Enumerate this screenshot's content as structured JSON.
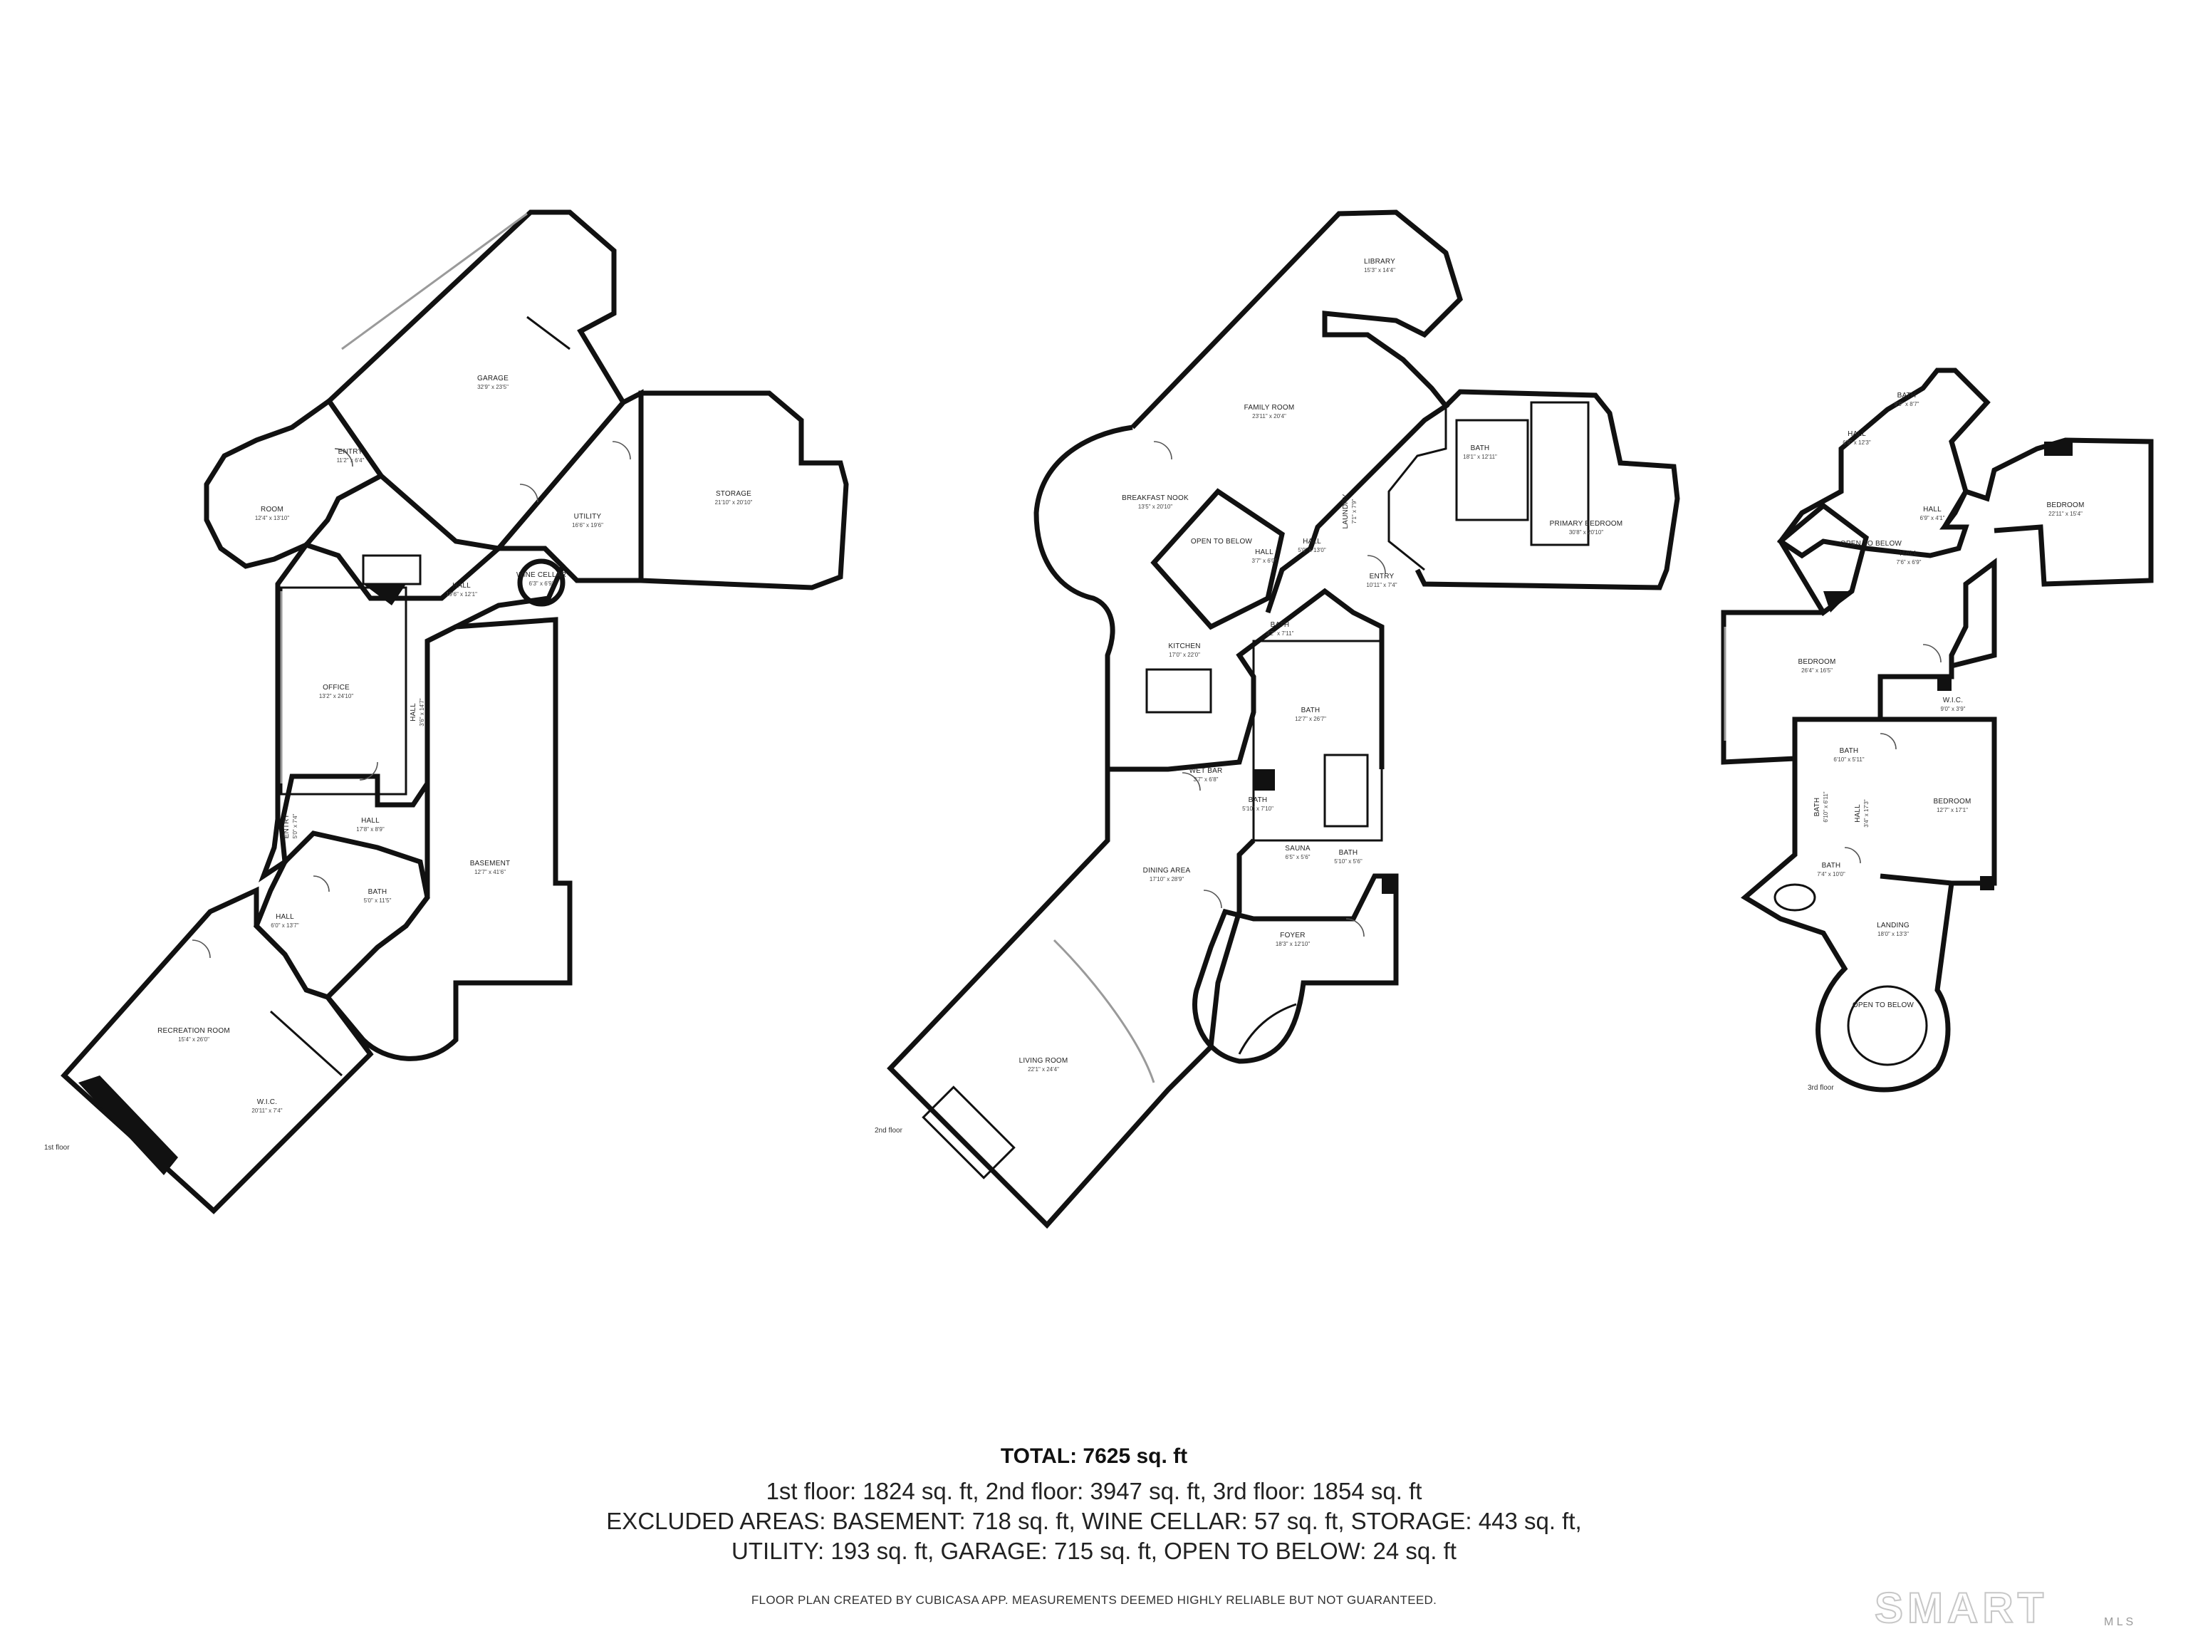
{
  "floors": [
    {
      "label": "1st floor",
      "rooms": [
        {
          "name": "GARAGE",
          "dim": "32'9\" x 23'5\""
        },
        {
          "name": "ENTRY",
          "dim": "11'2\" x 6'4\""
        },
        {
          "name": "ROOM",
          "dim": "12'4\" x 13'10\""
        },
        {
          "name": "UTILITY",
          "dim": "16'6\" x 19'6\""
        },
        {
          "name": "STORAGE",
          "dim": "21'10\" x 20'10\""
        },
        {
          "name": "HALL",
          "dim": "19'6\" x 12'1\""
        },
        {
          "name": "WINE CELLAR",
          "dim": "6'3\" x 6'9\""
        },
        {
          "name": "OFFICE",
          "dim": "13'2\" x 24'10\""
        },
        {
          "name": "HALL",
          "dim": "3'6\" x 14'7\""
        },
        {
          "name": "ENTRY",
          "dim": "5'0\" x 7'4\""
        },
        {
          "name": "HALL",
          "dim": "17'8\" x 8'9\""
        },
        {
          "name": "BATH",
          "dim": "5'0\" x 11'5\""
        },
        {
          "name": "HALL",
          "dim": "6'0\" x 13'7\""
        },
        {
          "name": "BASEMENT",
          "dim": "12'7\" x 41'6\""
        },
        {
          "name": "RECREATION ROOM",
          "dim": "15'4\" x 26'0\""
        },
        {
          "name": "W.I.C.",
          "dim": "20'11\" x 7'4\""
        }
      ]
    },
    {
      "label": "2nd floor",
      "rooms": [
        {
          "name": "LIBRARY",
          "dim": "15'3\" x 14'4\""
        },
        {
          "name": "FAMILY ROOM",
          "dim": "23'11\" x 20'4\""
        },
        {
          "name": "BREAKFAST NOOK",
          "dim": "13'5\" x 20'10\""
        },
        {
          "name": "OPEN TO BELOW",
          "dim": ""
        },
        {
          "name": "HALL",
          "dim": "3'7\" x 6'0\""
        },
        {
          "name": "BATH",
          "dim": "18'1\" x 12'11\""
        },
        {
          "name": "PRIMARY BEDROOM",
          "dim": "30'8\" x 20'10\""
        },
        {
          "name": "LAUNDRY",
          "dim": "7'1\" x 7'9\""
        },
        {
          "name": "HALL",
          "dim": "5'0\" x 13'0\""
        },
        {
          "name": "ENTRY",
          "dim": "10'11\" x 7'4\""
        },
        {
          "name": "BATH",
          "dim": "3'2\" x 7'11\""
        },
        {
          "name": "KITCHEN",
          "dim": "17'0\" x 22'0\""
        },
        {
          "name": "BATH",
          "dim": "12'7\" x 26'7\""
        },
        {
          "name": "WET BAR",
          "dim": "3'7\" x 6'8\""
        },
        {
          "name": "BATH",
          "dim": "5'10\" x 7'10\""
        },
        {
          "name": "SAUNA",
          "dim": "6'5\" x 5'6\""
        },
        {
          "name": "BATH",
          "dim": "5'10\" x 5'6\""
        },
        {
          "name": "DINING AREA",
          "dim": "17'10\" x 28'9\""
        },
        {
          "name": "FOYER",
          "dim": "18'3\" x 12'10\""
        },
        {
          "name": "LIVING ROOM",
          "dim": "22'1\" x 24'4\""
        }
      ]
    },
    {
      "label": "3rd floor",
      "rooms": [
        {
          "name": "BATH",
          "dim": "9'9\" x 8'7\""
        },
        {
          "name": "HALL",
          "dim": "6'9\" x 12'3\""
        },
        {
          "name": "BEDROOM",
          "dim": "22'11\" x 15'4\""
        },
        {
          "name": "HALL",
          "dim": "6'9\" x 4'1\""
        },
        {
          "name": "OPEN TO BELOW",
          "dim": ""
        },
        {
          "name": "HALL",
          "dim": "7'6\" x 6'9\""
        },
        {
          "name": "BEDROOM",
          "dim": "26'4\" x 16'5\""
        },
        {
          "name": "W.I.C.",
          "dim": "9'0\" x 3'9\""
        },
        {
          "name": "BATH",
          "dim": "6'10\" x 5'11\""
        },
        {
          "name": "BEDROOM",
          "dim": "12'7\" x 17'1\""
        },
        {
          "name": "BATH",
          "dim": "6'10\" x 6'11\""
        },
        {
          "name": "HALL",
          "dim": "3'4\" x 17'3\""
        },
        {
          "name": "BATH",
          "dim": "7'4\" x 10'0\""
        },
        {
          "name": "LANDING",
          "dim": "18'0\" x 13'3\""
        },
        {
          "name": "OPEN TO BELOW",
          "dim": ""
        }
      ]
    }
  ],
  "summary": {
    "total": "TOTAL: 7625 sq. ft",
    "line1": "1st floor: 1824 sq. ft, 2nd floor: 3947 sq. ft, 3rd floor: 1854 sq. ft",
    "line2": "EXCLUDED AREAS: BASEMENT: 718 sq. ft, WINE CELLAR: 57 sq. ft, STORAGE: 443 sq. ft,",
    "line3": "UTILITY: 193 sq. ft, GARAGE: 715 sq. ft, OPEN TO BELOW: 24 sq. ft",
    "disclaimer": "FLOOR PLAN CREATED BY CUBICASA APP. MEASUREMENTS DEEMED HIGHLY RELIABLE BUT NOT GUARANTEED."
  },
  "logo": {
    "text": "SMART",
    "sub": "M L S"
  }
}
